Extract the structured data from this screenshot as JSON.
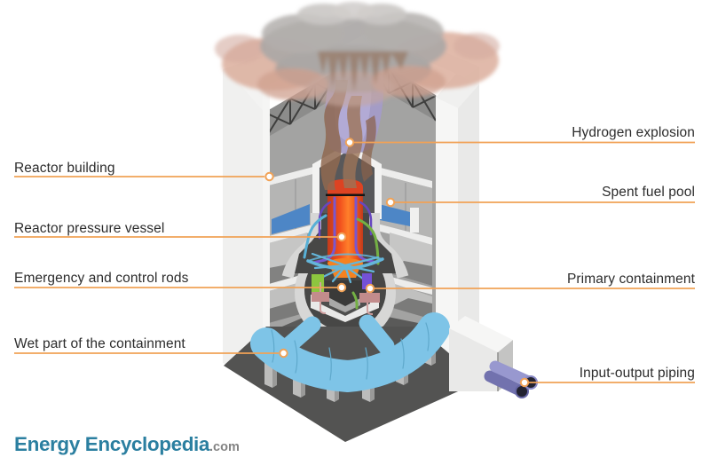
{
  "figure": {
    "type": "cutaway-diagram",
    "subject": "Nuclear reactor building accident (hydrogen explosion) cutaway",
    "background": "#ffffff"
  },
  "colors": {
    "accent_orange": "#f1a256",
    "label_text": "#2c2c2c",
    "logo_teal": "#2b7fa0",
    "logo_suffix_gray": "#838383",
    "pool_blue": "#4d86c6",
    "torus_blue": "#7ec4e7",
    "rpv_orange": "#f1501e",
    "rpv_red_cap": "#dd4322",
    "cloud_gray": "#aba7a5",
    "cloud_salmon": "#d9a996",
    "smoke_brown": "#8f6950",
    "plume_purple": "#a49bc9",
    "pipe_purple": "#7a57cf",
    "pipe_cyan": "#64b6da",
    "pipe_green": "#74b044",
    "equipment_green": "#8dc63f",
    "equipment_violet": "#7451d6",
    "equipment_salmon": "#c28c8c",
    "io_pipe_lavender": "#9898cf"
  },
  "labels": {
    "left": [
      {
        "text": "Reactor building"
      },
      {
        "text": "Reactor pressure vessel"
      },
      {
        "text": "Emergency and control rods"
      },
      {
        "text": "Wet part of the containment"
      }
    ],
    "right": [
      {
        "text": "Hydrogen explosion"
      },
      {
        "text": "Spent fuel pool"
      },
      {
        "text": "Primary containment"
      },
      {
        "text": "Input-output piping"
      }
    ]
  },
  "logo": {
    "brand_first": "Energy",
    "brand_second": "Encyclopedia",
    "suffix": ".com"
  }
}
